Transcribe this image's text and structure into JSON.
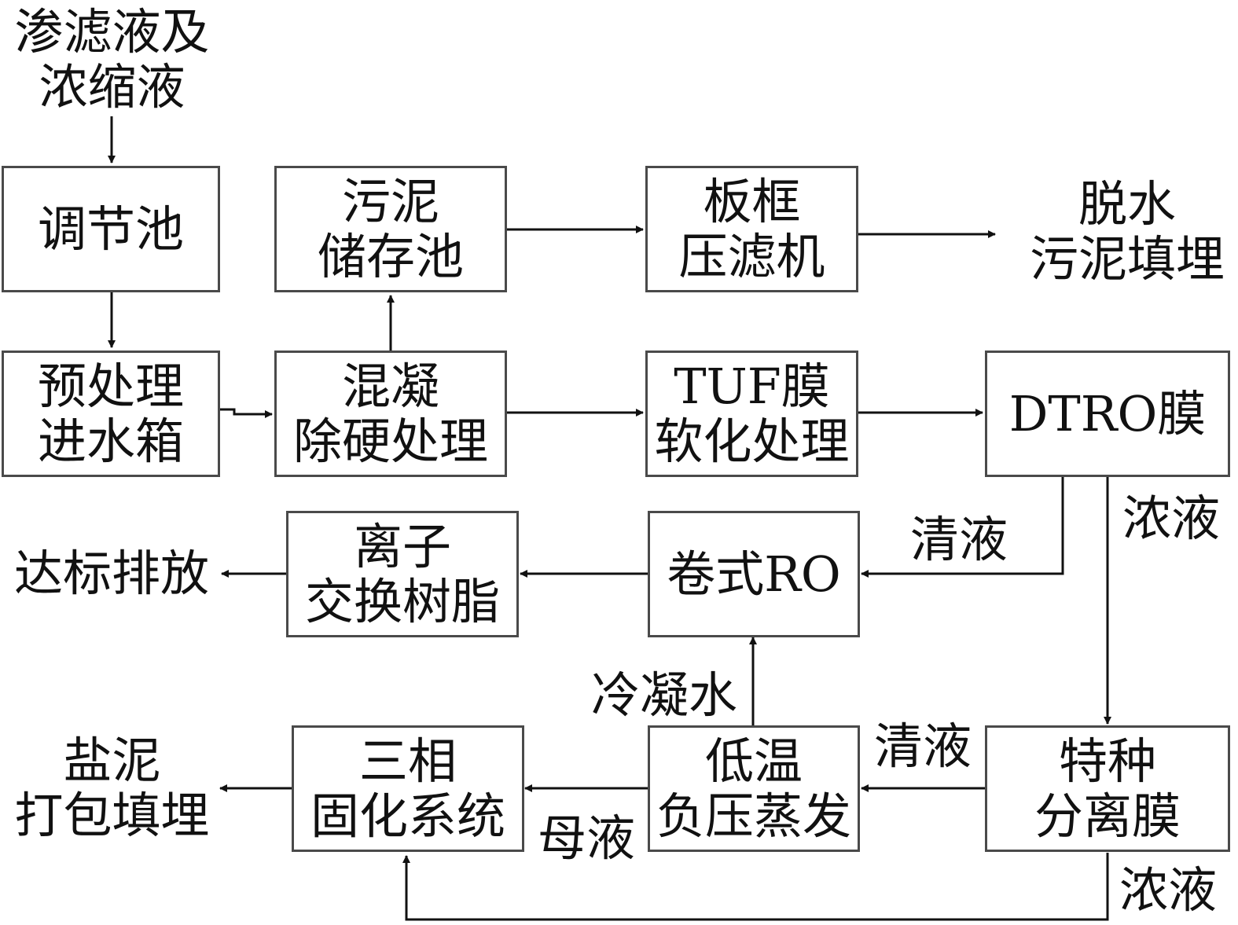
{
  "source": [
    "渗滤液及",
    "浓缩液"
  ],
  "nodes": {
    "adjust_pool": [
      "调节池"
    ],
    "sludge_storage": [
      "污泥",
      "储存池"
    ],
    "filter_press": [
      "板框",
      "压滤机"
    ],
    "pretreatment": [
      "预处理",
      "进水箱"
    ],
    "coagulation": [
      "混凝",
      "除硬处理"
    ],
    "tuf": [
      "TUF膜",
      "软化处理"
    ],
    "dtro": [
      "DTRO膜"
    ],
    "ion_exchange": [
      "离子",
      "交换树脂"
    ],
    "roll_ro": [
      "卷式RO"
    ],
    "solidification": [
      "三相",
      "固化系统"
    ],
    "evaporation": [
      "低温",
      "负压蒸发"
    ],
    "special_membrane": [
      "特种",
      "分离膜"
    ]
  },
  "outputs": {
    "sludge_landfill": [
      "脱水",
      "污泥填埋"
    ],
    "discharge": [
      "达标排放"
    ],
    "salt_landfill": [
      "盐泥",
      "打包填埋"
    ]
  },
  "edge_labels": {
    "dtro_clear": "清液",
    "dtro_concentrate": "浓液",
    "condensate": "冷凝水",
    "special_clear": "清液",
    "mother_liquor": "母液",
    "special_concentrate": "浓液"
  }
}
